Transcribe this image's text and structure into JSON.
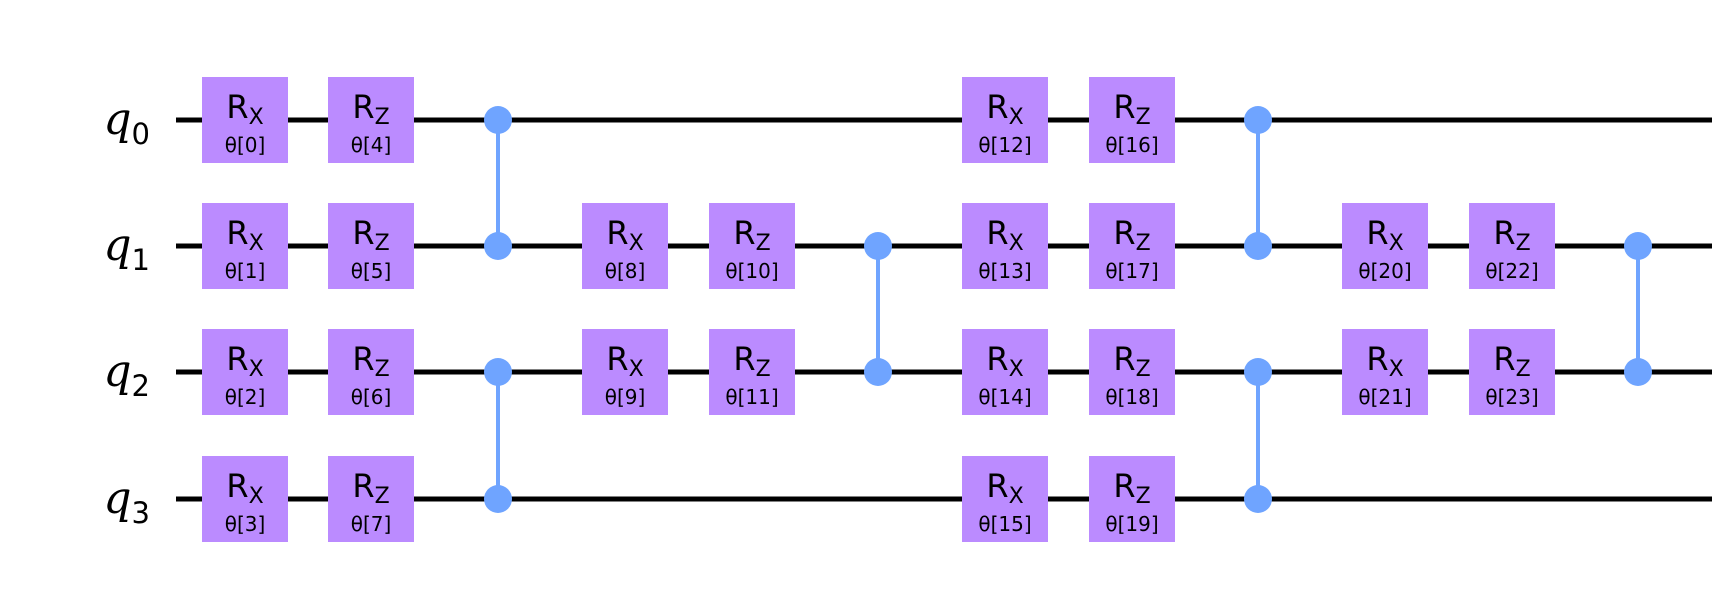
{
  "colors": {
    "wire": "#000000",
    "gate_fill": "#bb8bff",
    "control": "#6fa4ff",
    "text": "#000000",
    "background": "#ffffff"
  },
  "qubits": [
    {
      "name": "q",
      "index": "0"
    },
    {
      "name": "q",
      "index": "1"
    },
    {
      "name": "q",
      "index": "2"
    },
    {
      "name": "q",
      "index": "3"
    }
  ],
  "gates": [
    {
      "type": "R",
      "axis": "X",
      "param": "θ[0]",
      "qubit": 0,
      "column": 0
    },
    {
      "type": "R",
      "axis": "X",
      "param": "θ[1]",
      "qubit": 1,
      "column": 0
    },
    {
      "type": "R",
      "axis": "X",
      "param": "θ[2]",
      "qubit": 2,
      "column": 0
    },
    {
      "type": "R",
      "axis": "X",
      "param": "θ[3]",
      "qubit": 3,
      "column": 0
    },
    {
      "type": "R",
      "axis": "Z",
      "param": "θ[4]",
      "qubit": 0,
      "column": 1
    },
    {
      "type": "R",
      "axis": "Z",
      "param": "θ[5]",
      "qubit": 1,
      "column": 1
    },
    {
      "type": "R",
      "axis": "Z",
      "param": "θ[6]",
      "qubit": 2,
      "column": 1
    },
    {
      "type": "R",
      "axis": "Z",
      "param": "θ[7]",
      "qubit": 3,
      "column": 1
    },
    {
      "type": "R",
      "axis": "X",
      "param": "θ[8]",
      "qubit": 1,
      "column": 3
    },
    {
      "type": "R",
      "axis": "X",
      "param": "θ[9]",
      "qubit": 2,
      "column": 3
    },
    {
      "type": "R",
      "axis": "Z",
      "param": "θ[10]",
      "qubit": 1,
      "column": 4
    },
    {
      "type": "R",
      "axis": "Z",
      "param": "θ[11]",
      "qubit": 2,
      "column": 4
    },
    {
      "type": "R",
      "axis": "X",
      "param": "θ[12]",
      "qubit": 0,
      "column": 6
    },
    {
      "type": "R",
      "axis": "X",
      "param": "θ[13]",
      "qubit": 1,
      "column": 6
    },
    {
      "type": "R",
      "axis": "X",
      "param": "θ[14]",
      "qubit": 2,
      "column": 6
    },
    {
      "type": "R",
      "axis": "X",
      "param": "θ[15]",
      "qubit": 3,
      "column": 6
    },
    {
      "type": "R",
      "axis": "Z",
      "param": "θ[16]",
      "qubit": 0,
      "column": 7
    },
    {
      "type": "R",
      "axis": "Z",
      "param": "θ[17]",
      "qubit": 1,
      "column": 7
    },
    {
      "type": "R",
      "axis": "Z",
      "param": "θ[18]",
      "qubit": 2,
      "column": 7
    },
    {
      "type": "R",
      "axis": "Z",
      "param": "θ[19]",
      "qubit": 3,
      "column": 7
    },
    {
      "type": "R",
      "axis": "X",
      "param": "θ[20]",
      "qubit": 1,
      "column": 9
    },
    {
      "type": "R",
      "axis": "X",
      "param": "θ[21]",
      "qubit": 2,
      "column": 9
    },
    {
      "type": "R",
      "axis": "Z",
      "param": "θ[22]",
      "qubit": 1,
      "column": 10
    },
    {
      "type": "R",
      "axis": "Z",
      "param": "θ[23]",
      "qubit": 2,
      "column": 10
    }
  ],
  "controlled_z": [
    {
      "qubits": [
        0,
        1
      ],
      "column": 2
    },
    {
      "qubits": [
        2,
        3
      ],
      "column": 2
    },
    {
      "qubits": [
        1,
        2
      ],
      "column": 5
    },
    {
      "qubits": [
        0,
        1
      ],
      "column": 8
    },
    {
      "qubits": [
        2,
        3
      ],
      "column": 8
    },
    {
      "qubits": [
        1,
        2
      ],
      "column": 11
    }
  ]
}
